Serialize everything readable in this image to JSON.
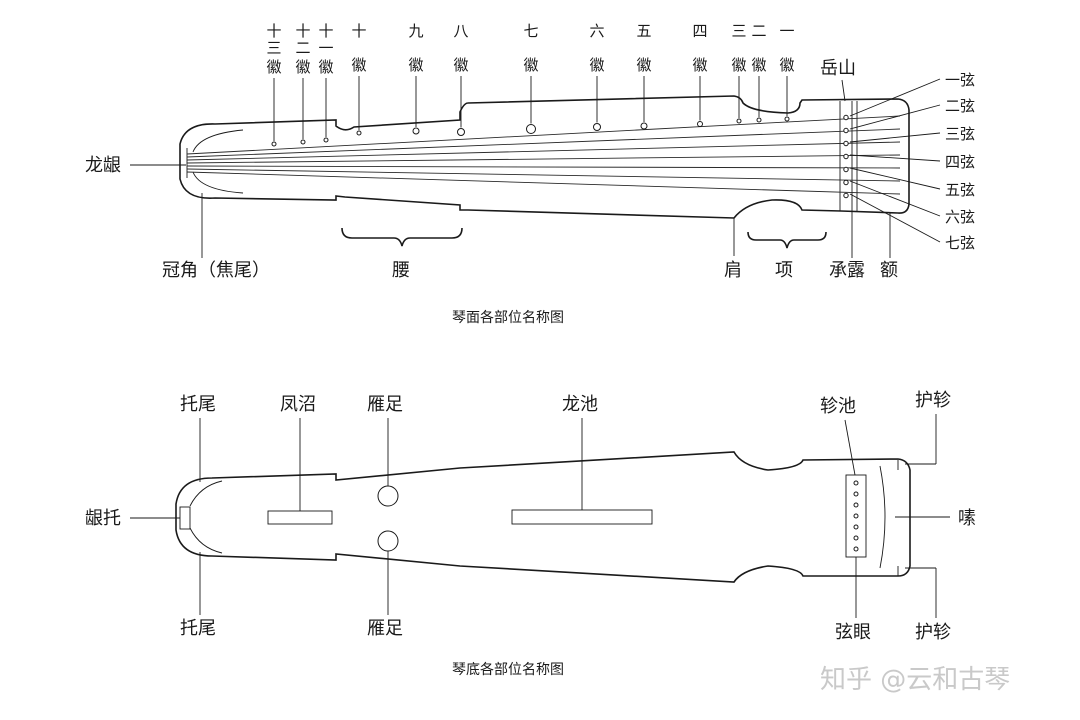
{
  "top": {
    "hui": [
      {
        "num": "十三",
        "word": "徽"
      },
      {
        "num": "十二",
        "word": "徽"
      },
      {
        "num": "十一",
        "word": "徽"
      },
      {
        "num": "十",
        "word": "徽"
      },
      {
        "num": "九",
        "word": "徽"
      },
      {
        "num": "八",
        "word": "徽"
      },
      {
        "num": "七",
        "word": "徽"
      },
      {
        "num": "六",
        "word": "徽"
      },
      {
        "num": "五",
        "word": "徽"
      },
      {
        "num": "四",
        "word": "徽"
      },
      {
        "num": "三",
        "word": "徽"
      },
      {
        "num": "二",
        "word": "徽"
      },
      {
        "num": "一",
        "word": "徽"
      }
    ],
    "yueshan": "岳山",
    "longyin": "龙龈",
    "guanjiao": "冠角（焦尾）",
    "yao": "腰",
    "jian": "肩",
    "xiang": "项",
    "chenglu": "承露",
    "e": "额",
    "strings": [
      "一弦",
      "二弦",
      "三弦",
      "四弦",
      "五弦",
      "六弦",
      "七弦"
    ],
    "caption": "琴面各部位名称图"
  },
  "bottom": {
    "tuowei_top": "托尾",
    "tuowei_bottom": "托尾",
    "fengzhao": "凤沼",
    "yanzu_top": "雁足",
    "yanzu_bottom": "雁足",
    "longchi": "龙池",
    "zhenchi": "轸池",
    "huzhen_top": "护轸",
    "huzhen_bottom": "护轸",
    "yintuo": "龈托",
    "sang": "嗉",
    "xianyan": "弦眼",
    "caption": "琴底各部位名称图"
  },
  "watermark": "知乎 @云和古琴"
}
